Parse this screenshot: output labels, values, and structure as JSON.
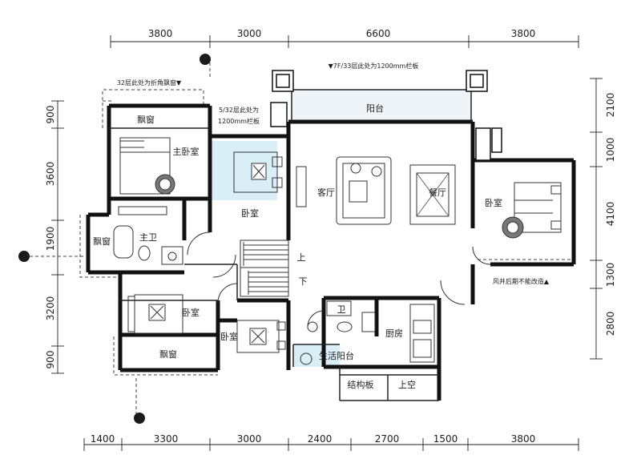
{
  "dimensions": {
    "top": [
      "3800",
      "3000",
      "6600",
      "3800"
    ],
    "bottom": [
      "1400",
      "3300",
      "3000",
      "2400",
      "2700",
      "1500",
      "3800"
    ],
    "left": [
      "900",
      "3600",
      "1900",
      "3200",
      "900"
    ],
    "right": [
      "2100",
      "1000",
      "4100",
      "1300",
      "2800"
    ]
  },
  "rooms": {
    "balcony": "阳台",
    "bay_window_top": "飘窗",
    "master_bedroom": "主卧室",
    "bedroom_center": "卧室",
    "living_room": "客厅",
    "dining_room": "餐厅",
    "bedroom_right": "卧室",
    "bay_window_left": "飘窗",
    "master_bath": "主卫",
    "bedroom_lower_left": "卧室",
    "bedroom_lower_mid": "卧室",
    "bathroom": "卫",
    "kitchen": "厨房",
    "utility_balcony": "生活阳台",
    "bay_window_bottom": "飘窗",
    "structural_slab": "结构板",
    "void": "上空"
  },
  "stairs": {
    "up": "上",
    "down": "下"
  },
  "notes": {
    "top_railing": "▼7F/33层此处为1200mm栏板",
    "bay_corner": "32层此处为折角飘窗▼",
    "railing_line1": "5/32层此处为",
    "railing_line2": "1200mm栏板",
    "shaft": "风井后期不能改造▲"
  },
  "markers": [
    "1",
    "2",
    "3"
  ]
}
